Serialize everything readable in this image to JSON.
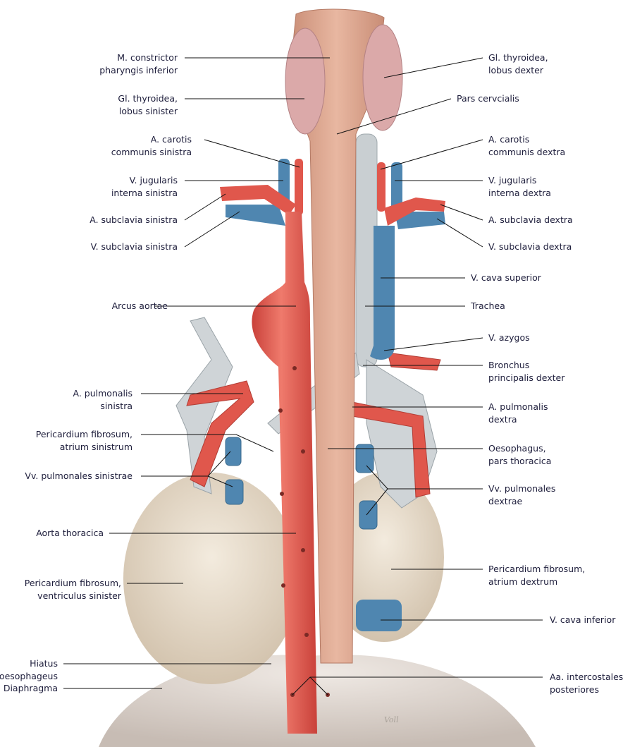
{
  "figure": {
    "signature": "Voll",
    "colors": {
      "artery": "#e0574c",
      "vein": "#4f86b0",
      "oesophagus": "#d9a28a",
      "trachea": "#c9cfd2",
      "pericardium": "#e8dccb",
      "diaphragm": "#d8cfc8",
      "label": "#1d1d3b"
    },
    "labels_left": [
      {
        "id": "m-constrictor",
        "lines": [
          "M. constrictor",
          "pharyngis inferior"
        ]
      },
      {
        "id": "gl-thyroidea-sinister",
        "lines": [
          "Gl. thyroidea,",
          "lobus sinister"
        ]
      },
      {
        "id": "a-carotis-sinistra",
        "lines": [
          "A. carotis",
          "communis sinistra"
        ]
      },
      {
        "id": "v-jugularis-sinistra",
        "lines": [
          "V. jugularis",
          "interna sinistra"
        ]
      },
      {
        "id": "a-subclavia-sinistra",
        "lines": [
          "A. subclavia sinistra"
        ]
      },
      {
        "id": "v-subclavia-sinistra",
        "lines": [
          "V. subclavia sinistra"
        ]
      },
      {
        "id": "arcus-aortae",
        "lines": [
          "Arcus aortae"
        ]
      },
      {
        "id": "a-pulmonalis-sinistra",
        "lines": [
          "A. pulmonalis",
          "sinistra"
        ]
      },
      {
        "id": "pericardium-atrium-sinistrum",
        "lines": [
          "Pericardium fibrosum,",
          "atrium sinistrum"
        ]
      },
      {
        "id": "vv-pulmonales-sinistrae",
        "lines": [
          "Vv. pulmonales sinistrae"
        ]
      },
      {
        "id": "aorta-thoracica",
        "lines": [
          "Aorta thoracica"
        ]
      },
      {
        "id": "pericardium-ventriculus-sinister",
        "lines": [
          "Pericardium fibrosum,",
          "ventriculus sinister"
        ]
      },
      {
        "id": "hiatus-oesophageus",
        "lines": [
          "Hiatus",
          "oesophageus"
        ]
      },
      {
        "id": "diaphragma",
        "lines": [
          "Diaphragma"
        ]
      }
    ],
    "labels_right": [
      {
        "id": "gl-thyroidea-dexter",
        "lines": [
          "Gl. thyroidea,",
          "lobus dexter"
        ]
      },
      {
        "id": "pars-cervicalis",
        "lines": [
          "Pars cervcialis"
        ]
      },
      {
        "id": "a-carotis-dextra",
        "lines": [
          "A. carotis",
          "communis dextra"
        ]
      },
      {
        "id": "v-jugularis-dextra",
        "lines": [
          "V. jugularis",
          "interna dextra"
        ]
      },
      {
        "id": "a-subclavia-dextra",
        "lines": [
          "A. subclavia dextra"
        ]
      },
      {
        "id": "v-subclavia-dextra",
        "lines": [
          "V. subclavia dextra"
        ]
      },
      {
        "id": "v-cava-superior",
        "lines": [
          "V. cava superior"
        ]
      },
      {
        "id": "trachea",
        "lines": [
          "Trachea"
        ]
      },
      {
        "id": "v-azygos",
        "lines": [
          "V. azygos"
        ]
      },
      {
        "id": "bronchus-dexter",
        "lines": [
          "Bronchus",
          "principalis dexter"
        ]
      },
      {
        "id": "a-pulmonalis-dextra",
        "lines": [
          "A. pulmonalis",
          "dextra"
        ]
      },
      {
        "id": "oesophagus-thoracica",
        "lines": [
          "Oesophagus,",
          "pars thoracica"
        ]
      },
      {
        "id": "vv-pulmonales-dextrae",
        "lines": [
          "Vv. pulmonales",
          "dextrae"
        ]
      },
      {
        "id": "pericardium-atrium-dextrum",
        "lines": [
          "Pericardium fibrosum,",
          "atrium dextrum"
        ]
      },
      {
        "id": "v-cava-inferior",
        "lines": [
          "V. cava inferior"
        ]
      },
      {
        "id": "aa-intercostales",
        "lines": [
          "Aa. intercostales",
          "posteriores"
        ]
      }
    ]
  }
}
